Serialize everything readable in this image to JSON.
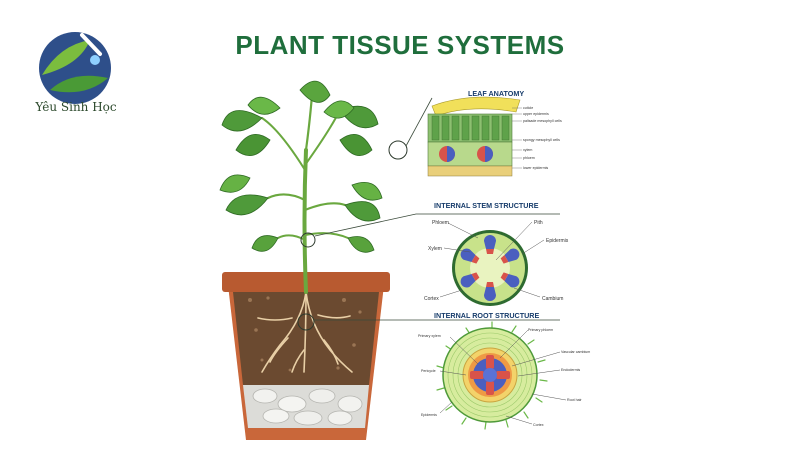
{
  "logo": {
    "caption": "Yêu Sinh Học"
  },
  "title": "PLANT TISSUE SYSTEMS",
  "leaf": {
    "heading": "LEAF ANATOMY",
    "labels": [
      "cuticle",
      "upper epidermis",
      "palisade mesophyll cells",
      "spongy mesophyll cells",
      "xylem",
      "phloem",
      "lower epidermis"
    ]
  },
  "stem": {
    "heading": "INTERNAL STEM STRUCTURE",
    "labels": {
      "phloem": "Phloem",
      "pith": "Pith",
      "xylem": "Xylem",
      "epidermis": "Epidermis",
      "cortex": "Cortex",
      "cambium": "Cambium"
    }
  },
  "root": {
    "heading": "INTERNAL ROOT STRUCTURE",
    "labels": {
      "primary_xylem": "Primary xylem",
      "primary_phloem": "Primary phloem",
      "vascular_cambium": "Vascular cambium",
      "pericycle": "Pericycle",
      "endodermis": "Endodermis",
      "root_hair": "Root hair",
      "epidermis": "Epidermis",
      "cortex": "Cortex"
    }
  },
  "colors": {
    "title": "#1f6e3c",
    "heading": "#173c6b",
    "leaf": "#4f9a3a",
    "pot": "#c9673a",
    "soil": "#6b4a30"
  }
}
